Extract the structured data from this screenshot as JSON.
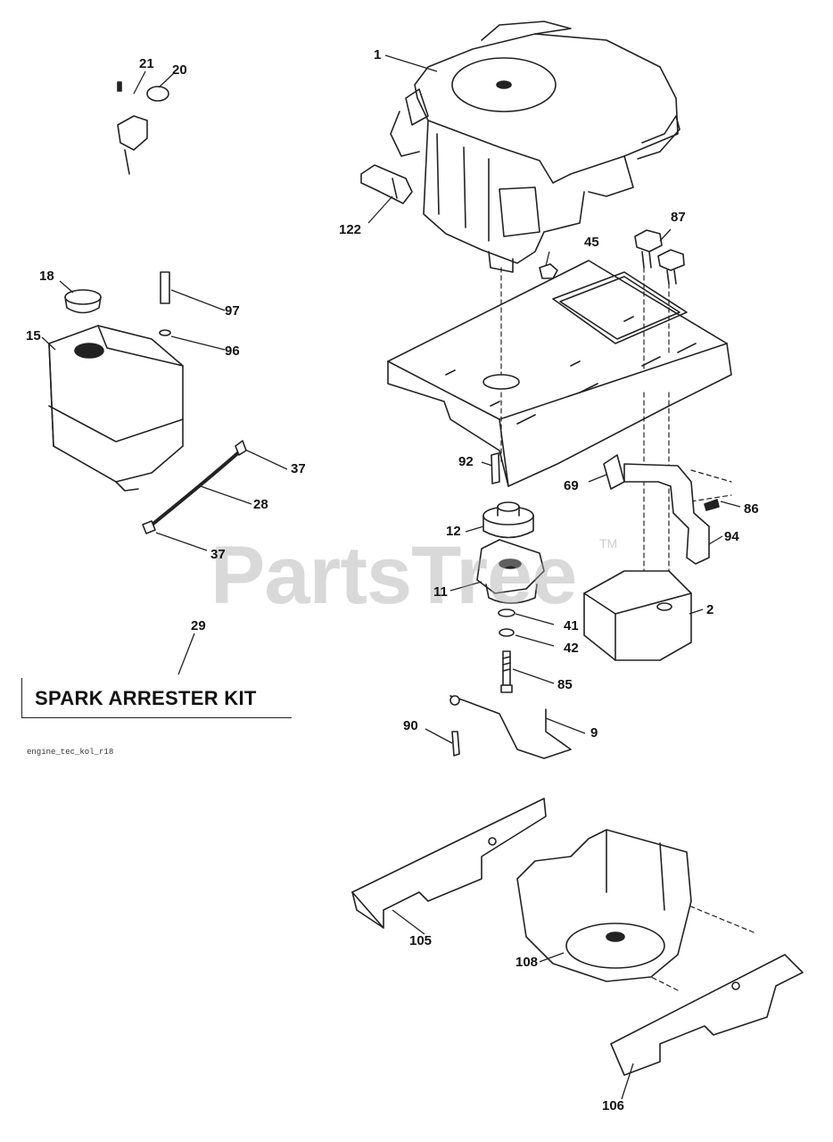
{
  "diagram": {
    "kit_label": "SPARK ARRESTER KIT",
    "file_id": "engine_tec_kol_r18",
    "watermark": "PartsTree",
    "watermark_tm": "TM"
  },
  "callouts": {
    "c1": "1",
    "c2": "2",
    "c9": "9",
    "c11": "11",
    "c12": "12",
    "c15": "15",
    "c18": "18",
    "c20": "20",
    "c21": "21",
    "c28": "28",
    "c29": "29",
    "c37a": "37",
    "c37b": "37",
    "c41": "41",
    "c42": "42",
    "c45": "45",
    "c69": "69",
    "c85": "85",
    "c86": "86",
    "c87": "87",
    "c90": "90",
    "c92": "92",
    "c94": "94",
    "c96": "96",
    "c97": "97",
    "c105": "105",
    "c106": "106",
    "c108": "108",
    "c122": "122"
  }
}
